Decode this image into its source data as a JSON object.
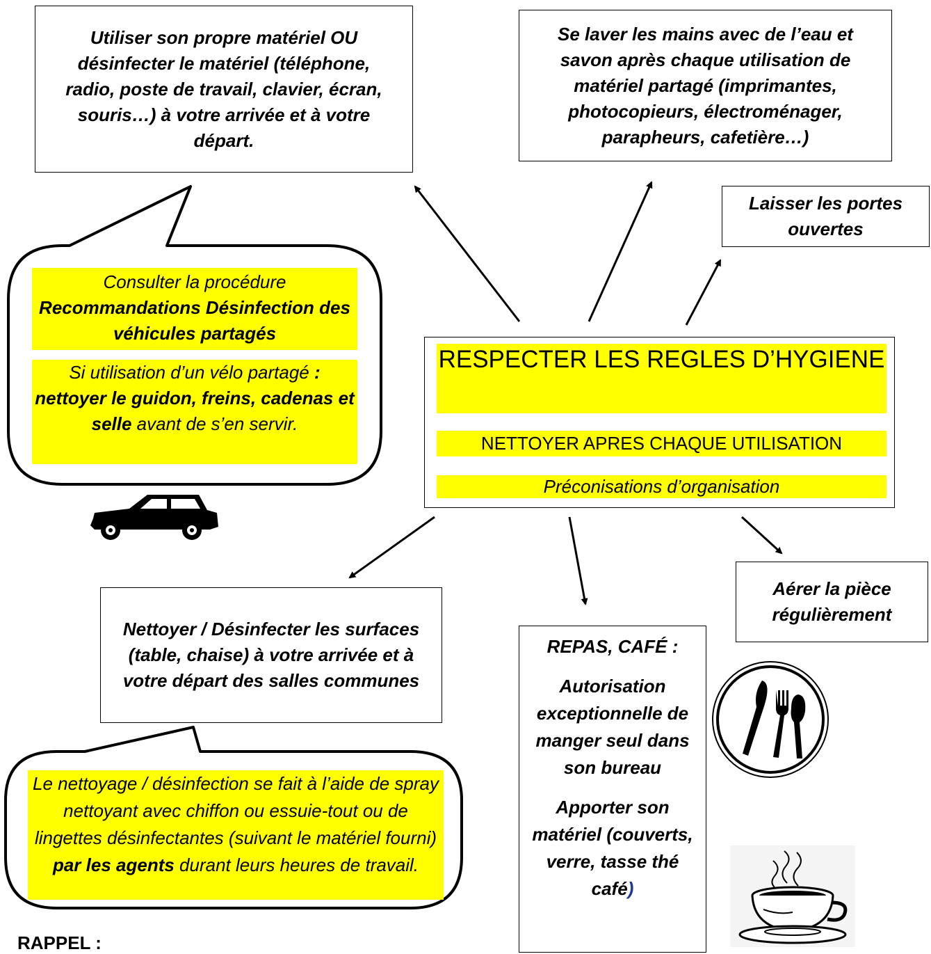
{
  "boxes": {
    "materiel": "Utiliser son propre matériel OU désinfecter le matériel (téléphone, radio, poste de travail, clavier, écran, souris…) à votre arrivée et à votre départ.",
    "laver_mains": "Se laver les mains avec de l’eau et savon après chaque utilisation de matériel partagé (imprimantes, photocopieurs, électroménager, parapheurs, cafetière…)",
    "portes": "Laisser les portes ouvertes",
    "aerer": "Aérer la pièce régulièrement",
    "surfaces": "Nettoyer / Désinfecter les surfaces (table, chaise) à votre arrivée et à votre départ des salles communes"
  },
  "central": {
    "title": "RESPECTER LES REGLES D’HYGIENE",
    "subtitle": "NETTOYER APRES CHAQUE UTILISATION",
    "organisation": "Préconisations d’organisation"
  },
  "bubble_vehicles": {
    "line1": "Consulter la procédure",
    "line2_bold": "Recommandations Désinfection des véhicules partagés",
    "velo_intro": "Si utilisation d’un vélo partagé",
    "velo_colon": " :",
    "velo_bold": "nettoyer le guidon, freins, cadenas et selle",
    "velo_end": " avant de s’en servir."
  },
  "bubble_cleaning": {
    "part1": "Le nettoyage / désinfection se fait à l’aide de spray nettoyant avec chiffon ou essuie-tout ou de lingettes désinfectantes (suivant le matériel fourni) ",
    "bold": "par les agents",
    "part2": " durant leurs heures de travail."
  },
  "repas": {
    "heading": "REPAS, CAFÉ :",
    "p1": "Autorisation exceptionnelle de manger seul dans son bureau",
    "p2": "Apporter son matériel (couverts, verre, tasse thé café",
    "p2_end": ")"
  },
  "rappel": "RAPPEL :",
  "colors": {
    "highlight": "#ffff00",
    "link_blue": "#1f3a93"
  },
  "icons": [
    "car-icon",
    "cutlery-plate-icon",
    "coffee-cup-icon"
  ]
}
